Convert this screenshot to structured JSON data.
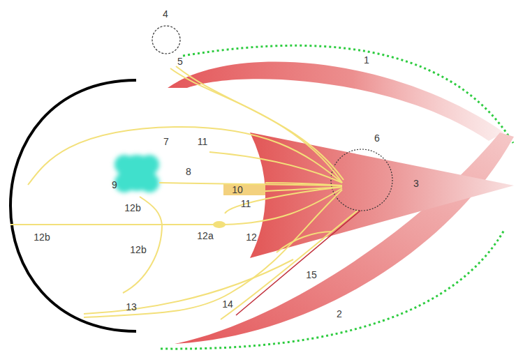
{
  "diagram": {
    "labels": [
      "4",
      "5",
      "1",
      "6",
      "7",
      "11",
      "3",
      "9",
      "8",
      "10",
      "11",
      "12b",
      "12b",
      "12a",
      "12",
      "12b",
      "15",
      "13",
      "14",
      "2"
    ]
  }
}
